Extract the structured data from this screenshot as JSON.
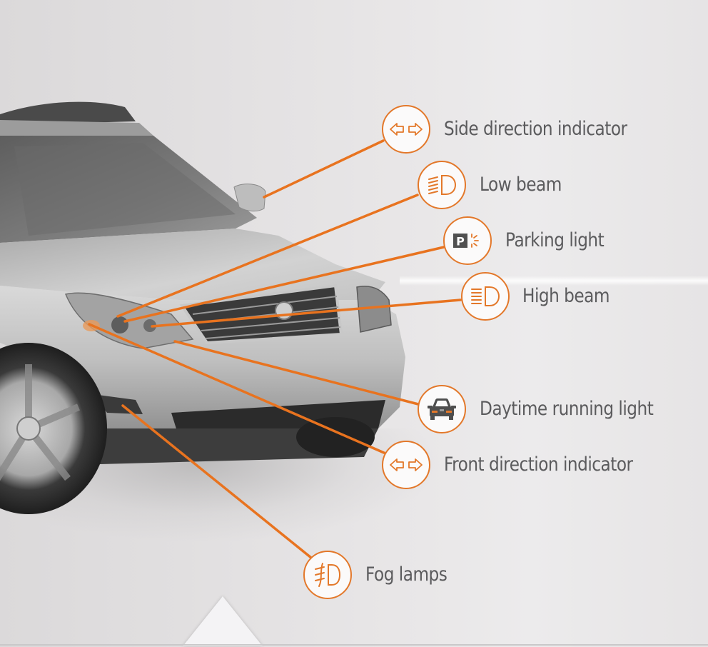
{
  "accent_color": "#e3782a",
  "label_color": "#5b5b5d",
  "hotspots": [
    {
      "id": "side-direction-indicator",
      "label": "Side direction indicator",
      "icon": "turn-signal-arrows-icon"
    },
    {
      "id": "low-beam",
      "label": "Low beam",
      "icon": "low-beam-headlight-icon"
    },
    {
      "id": "parking-light",
      "label": "Parking light",
      "icon": "parking-light-icon"
    },
    {
      "id": "high-beam",
      "label": "High beam",
      "icon": "high-beam-headlight-icon"
    },
    {
      "id": "daytime-running-light",
      "label": "Daytime running light",
      "icon": "car-front-drl-icon"
    },
    {
      "id": "front-direction-indicator",
      "label": "Front direction indicator",
      "icon": "turn-signal-arrows-icon"
    },
    {
      "id": "fog-lamps",
      "label": "Fog lamps",
      "icon": "fog-lamp-icon"
    }
  ]
}
